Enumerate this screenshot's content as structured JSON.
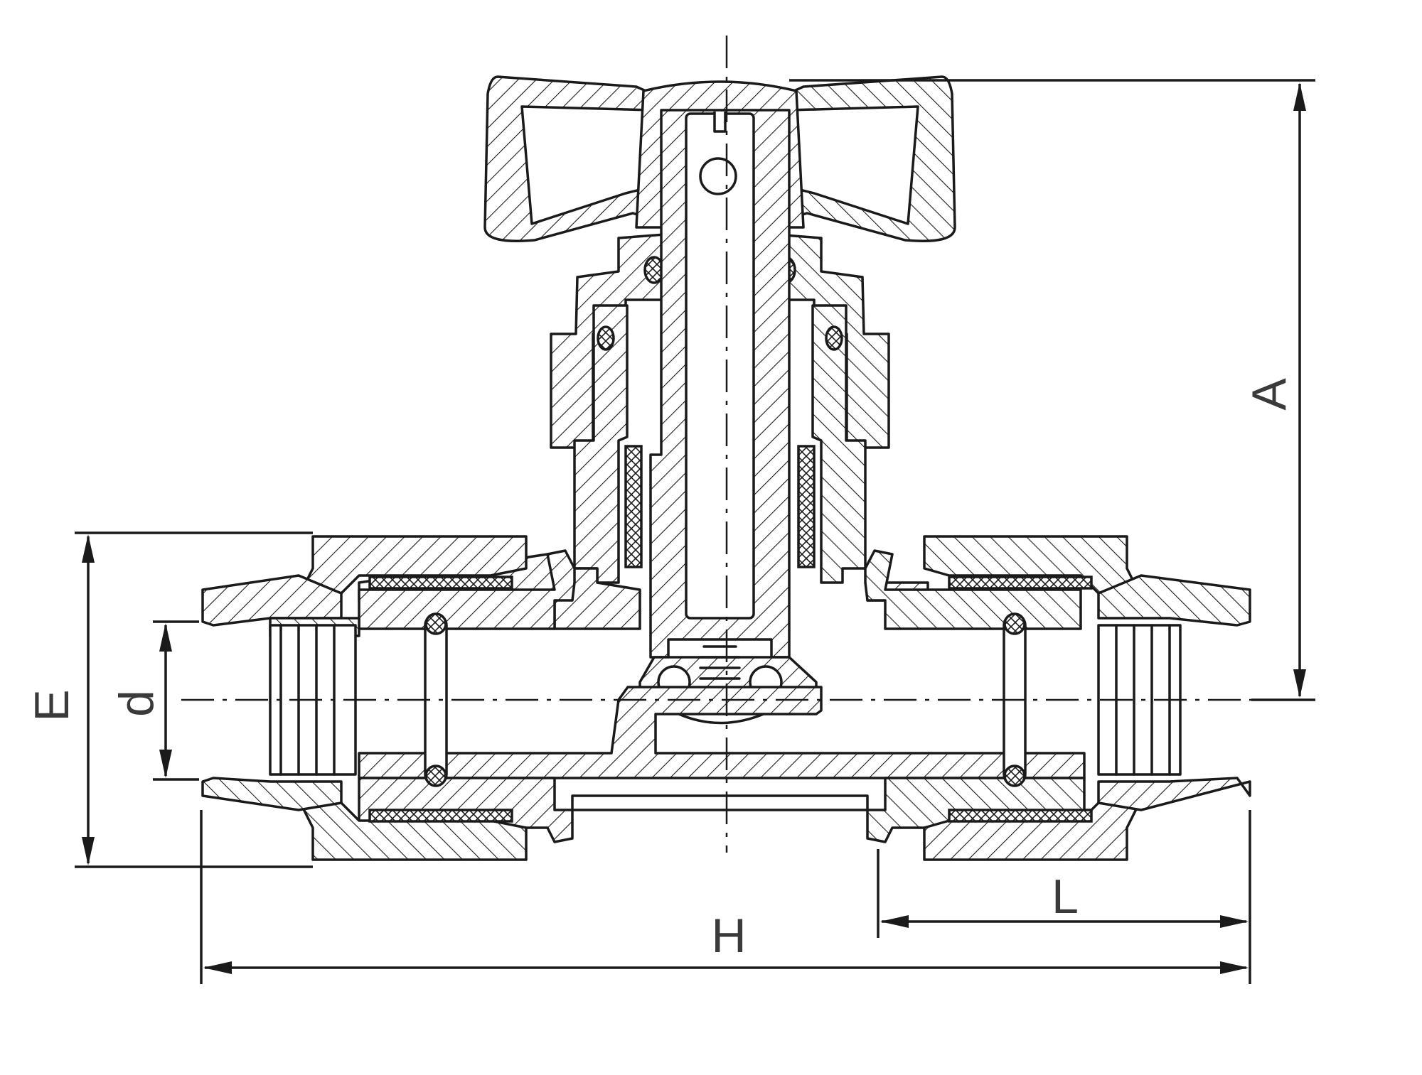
{
  "drawing": {
    "labels": {
      "A": "A",
      "E": "E",
      "d": "d",
      "H": "H",
      "L": "L"
    },
    "colors": {
      "line": "#1a1a1a",
      "label": "#3a3a3a",
      "background": "#ffffff"
    }
  }
}
